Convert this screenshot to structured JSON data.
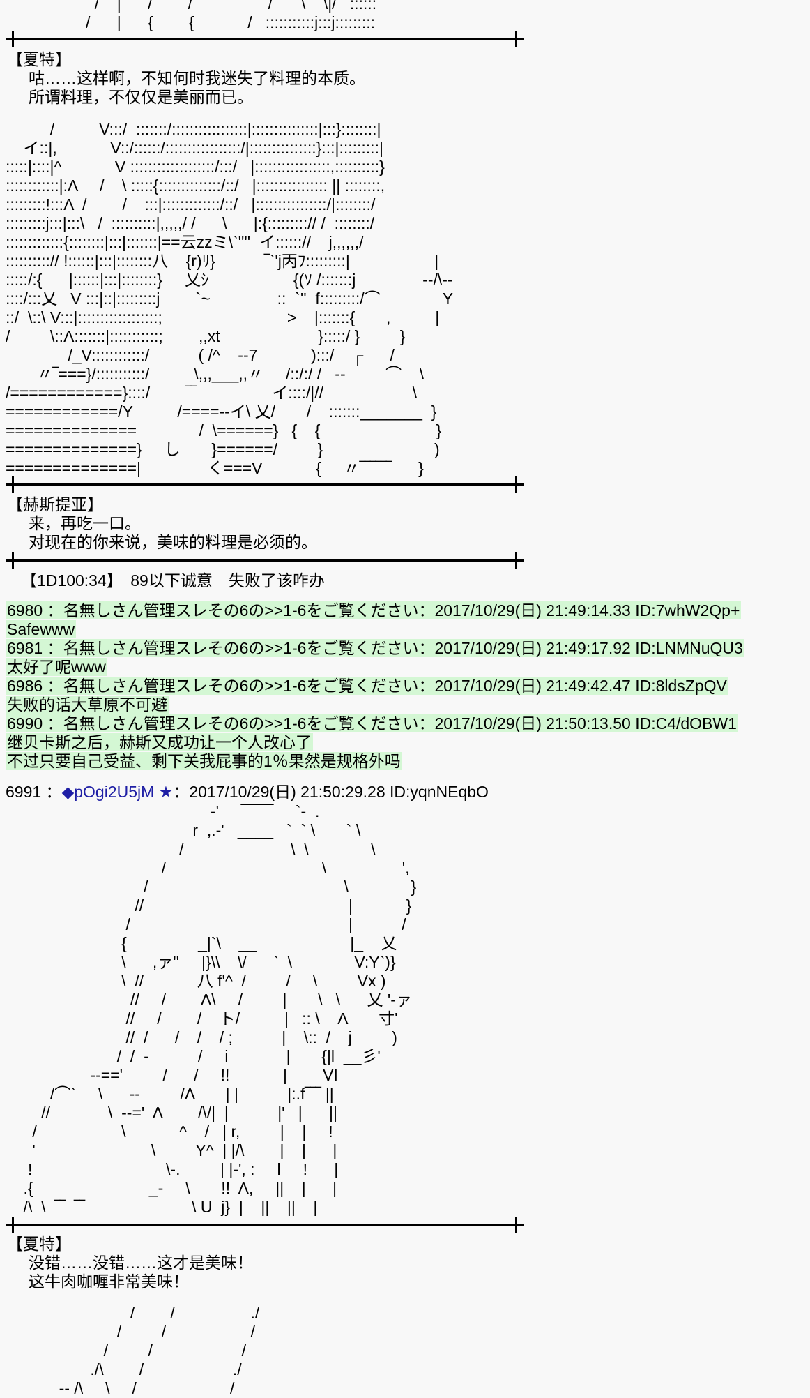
{
  "colors": {
    "background": "#f8f8f8",
    "text": "#000000",
    "reply_highlight": "#d4f7d4",
    "trip": "#1f1fa5",
    "rule": "#000000"
  },
  "aa_top": {
    "lines": [
      "                    /    |      /        /                 /  ‾‾  \\    \\|/   ::::::",
      "                  /      |      {        {            /   :::::::::::j:::j:::::::::"
    ]
  },
  "scene1": {
    "speaker": "【夏特】",
    "lines": [
      "咕……这样啊，不知何时我迷失了料理的本质。",
      "所谓料理，不仅仅是美丽而已。"
    ]
  },
  "aa1": {
    "lines": [
      "          /          V:::/  :::::::/:::::::::::::::::|:::::::::::::::|:::}::::::::|",
      "    イ::|,            V::/::::::/:::::::::::::::::/|:::::::::::::::}:::|:::::::::|",
      ":::::|::::|^            V :::::::::::::::::::/:::/   |:::::::::::::::::,::::::::::}",
      "::::::::::::|:Λ     /    \\ :::::{::::::::::::::/::/   |:::::::::::::::: || ::::::::,",
      ":::::::::!:::Λ  /        /    :::|:::::::::::::/::/   |::::::::::::::::/|::::::::/",
      ":::::::::j:::|:::\\   /  ::::::::::|,,,,,/ /      \\      |:{:::::::::// /  ::::::::/",
      ":::::::::::::{::::::::|:::|:::::::|==云zzミ\\`''''  イ:::::://    j,,,,,,/",
      "::::::::::// !::::::|:::|::::::::八    {r)ﾘ}           ‾`'j丙ﾌ:::::::::|                   |",
      ":::::/:{      |::::::|:::|::::::::}     乂ｼ                   {(ｿ /:::::::j               --/\\--",
      "::::/:::乂   V :::|::|:::::::::j        `~               ::  `''  f:::::::::/⌒              Y",
      "::/  \\::\\ V:::|::::::::::::::::::;                            >    |:::::::{       ,          |",
      "/         \\::Λ:::::::|:::::::::::;        ,,xt                      }:::::/ }         }",
      "              /_V::::::::::::/           ( /^    --7            ):::/    ┌      /",
      "       〃‾===}/:::::::::::/          \\,,,___,,〃     /::/:/ /   --         ⌒    \\",
      "/============}::::/        ‾‾                 イ::::/|//                    \\",
      "============/Y          /====--イ\\ 乂/       /    :::::::_______  }",
      "==============              /  \\======}   {    {                          }",
      "==============}     し       }======/         }                         )",
      "==============|               く===V            {     〃‾‾‾‾‾‾      }"
    ]
  },
  "scene2": {
    "speaker": "【赫斯提亚】",
    "lines": [
      "来，再吃一口。",
      "对现在的你来说，美味的料理是必须的。"
    ]
  },
  "dice": {
    "text": "【1D100:34】　89以下诚意　失败了该咋办"
  },
  "post_format": {
    "after_number": " ：",
    "after_name": "：",
    "before_id": " "
  },
  "posts": [
    {
      "number": "6980",
      "name": "名無しさん管理スレその6の>>1-6をご覧ください",
      "date": "2017/10/29(日) 21:49:14.33",
      "id": "ID:7whW2Qp+",
      "body": [
        "Safewww"
      ]
    },
    {
      "number": "6981",
      "name": "名無しさん管理スレその6の>>1-6をご覧ください",
      "date": "2017/10/29(日) 21:49:17.92",
      "id": "ID:LNMNuQU3",
      "body": [
        "太好了呢www"
      ]
    },
    {
      "number": "6986",
      "name": "名無しさん管理スレその6の>>1-6をご覧ください",
      "date": "2017/10/29(日) 21:49:42.47",
      "id": "ID:8ldsZpQV",
      "body": [
        "失败的话大草原不可避"
      ]
    },
    {
      "number": "6990",
      "name": "名無しさん管理スレその6の>>1-6をご覧ください",
      "date": "2017/10/29(日) 21:50:13.50",
      "id": "ID:C4/dOBW1",
      "body": [
        "继贝卡斯之后，赫斯又成功让一个人改心了",
        "不过只要自己受益、剩下关我屁事的1％果然是规格外吗"
      ]
    }
  ],
  "op_post": {
    "number": "6991",
    "trip": "◆pOgi2U5jM ★",
    "date": "2017/10/29(日) 21:50:29.28",
    "id": "ID:yqnNEqbO"
  },
  "aa2": {
    "lines": [
      "                                              -'     ‾‾‾‾‾‾     `-  .",
      "                                          r  ,.-'   ____   `  ` \\       ` \\",
      "                                       /                        \\  \\              \\",
      "                                   /                                   \\                 ',",
      "                               /                                            \\              }",
      "                             //                                              |            }",
      "                           /                                                 |           /",
      "                          {                _|`\\    __                     |_    乂",
      "                          \\      ,ァ''     |}\\\\    \\/      `  \\              V:Y`)}",
      "                          \\  //            八 f'^  /         /     \\         Vx )",
      "                            //     /        Λ\\     /         |       \\   \\      乂 '-ァ",
      "                           //     /        /    ト/          |   :: \\    Λ       寸'",
      "                           //  /      /    /    / ;           |    \\::  /    j         )",
      "                         /  /  -           /     i             |       {|l  __彡'",
      "                   --=='         /      /     !!            |        VI",
      "          /⌒`     \\      --         /Λ       | |           |:.f‾‾‾ ||",
      "        //             \\  --='  Λ        /\\/|  |           |'   |      ||",
      "      /                   \\            ^    /   | r,         |    |     !",
      "      '                          \\         Y^  | |/\\        |    |      |",
      "     !                              \\-.         | |-', :     l     !      |",
      "    .{                          _-     \\       !!  Λ,     ||    |      |",
      "    /\\  \\  ‾‾  ‾‾                        \\ U  j}  |    ||    ||    |"
    ]
  },
  "scene3": {
    "speaker": "【夏特】",
    "lines": [
      "没错……没错……这才是美味！",
      "这牛肉咖喱非常美味！"
    ]
  },
  "aa3": {
    "lines": [
      "                            /        /                 ./",
      "                         /         /                   /",
      "                      /         /                    /",
      "                   ./\\        /                    ./",
      "            -- /\\     \\     /                     /"
    ]
  }
}
